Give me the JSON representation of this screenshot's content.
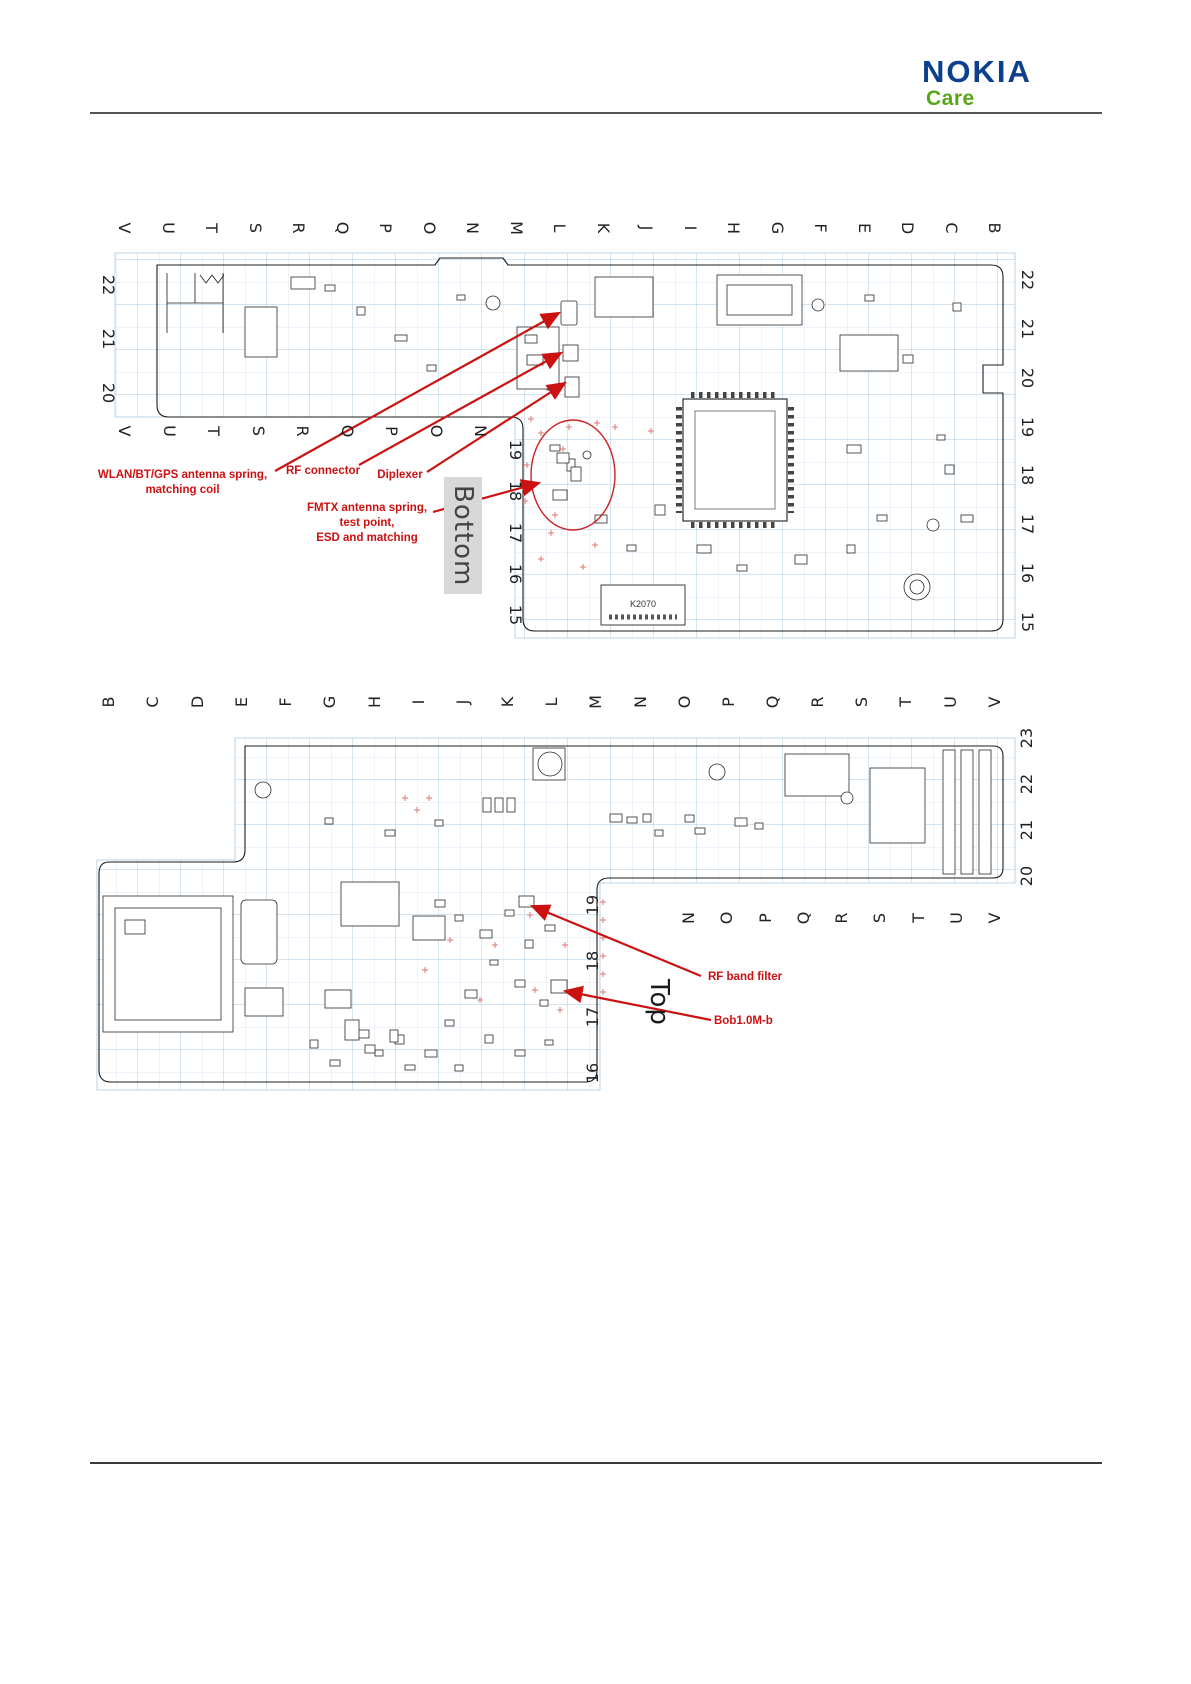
{
  "header": {
    "brand": "NOKIA",
    "brand_sub": "Care"
  },
  "bottom_view": {
    "view_label": "Bottom",
    "col_letters": [
      "V",
      "U",
      "T",
      "S",
      "R",
      "Q",
      "P",
      "O",
      "N",
      "M",
      "L",
      "K",
      "J",
      "I",
      "H",
      "G",
      "F",
      "E",
      "D",
      "C",
      "B"
    ],
    "left_numbers": [
      "22",
      "21",
      "20"
    ],
    "right_numbers": [
      "22",
      "21",
      "20",
      "19",
      "18",
      "17",
      "16",
      "15"
    ],
    "inner_letters": [
      "V",
      "U",
      "T",
      "S",
      "R",
      "Q",
      "P",
      "O",
      "N"
    ],
    "inner_numbers": [
      "19",
      "18",
      "17",
      "16",
      "15"
    ],
    "component_refs": {
      "keypad_connector": "K2070"
    },
    "annotations": {
      "wlan_line1": "WLAN/BT/GPS antenna spring,",
      "wlan_line2": "matching coil",
      "rf_connector": "RF connector",
      "diplexer": "Diplexer",
      "fmtx_line1": "FMTX antenna spring,",
      "fmtx_line2": "test point,",
      "fmtx_line3": "ESD and matching"
    }
  },
  "top_view": {
    "view_label": "Top",
    "col_letters": [
      "B",
      "C",
      "D",
      "E",
      "F",
      "G",
      "H",
      "I",
      "J",
      "K",
      "L",
      "M",
      "N",
      "O",
      "P",
      "Q",
      "R",
      "S",
      "T",
      "U",
      "V"
    ],
    "right_numbers": [
      "23",
      "22",
      "21",
      "20"
    ],
    "inner_numbers": [
      "19",
      "18",
      "17",
      "16"
    ],
    "inner_letters": [
      "N",
      "O",
      "P",
      "Q",
      "R",
      "S",
      "T",
      "U",
      "V"
    ],
    "annotations": {
      "rf_band_filter": "RF band filter",
      "bob": "Bob1.0M-b"
    }
  },
  "colors": {
    "nokia_blue": "#0d3f8f",
    "care_green": "#58a618",
    "annotation_red": "#cc1111",
    "grid_blue": "#cfe1ef"
  }
}
